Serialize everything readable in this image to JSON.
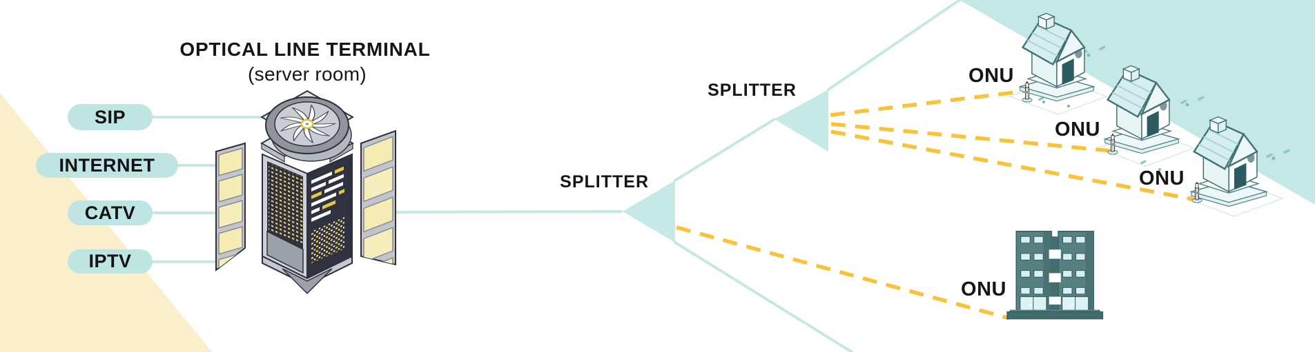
{
  "diagram": {
    "title": "OPTICAL LINE TERMINAL",
    "subtitle": "(server room)",
    "services": [
      {
        "label": "SIP"
      },
      {
        "label": "INTERNET"
      },
      {
        "label": "CATV"
      },
      {
        "label": "IPTV"
      }
    ],
    "splitters": [
      {
        "label": "SPLITTER"
      },
      {
        "label": "SPLITTER"
      }
    ],
    "onus": [
      {
        "label": "ONU",
        "premise": "house"
      },
      {
        "label": "ONU",
        "premise": "house"
      },
      {
        "label": "ONU",
        "premise": "house"
      },
      {
        "label": "ONU",
        "premise": "apartment-building"
      }
    ],
    "icons": [
      "olt-server-rack-icon",
      "cooling-fan-icon",
      "house-icon",
      "apartment-building-icon",
      "splitter-triangle-icon",
      "ont-pole-icon"
    ],
    "colors": {
      "teal_fill": "#c3e8e6",
      "teal_line": "#c5e8e6",
      "dash_yellow": "#f9c237",
      "wedge_yellow": "#fbeecb",
      "text": "#151515"
    }
  }
}
